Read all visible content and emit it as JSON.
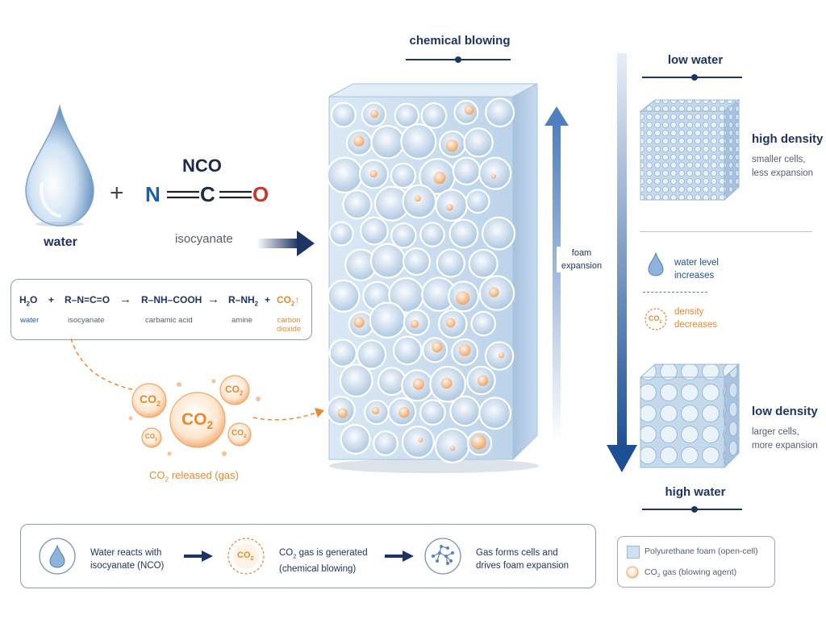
{
  "header": {
    "main_title": "chemical blowing"
  },
  "left": {
    "water_label": "water",
    "plus": "+",
    "nco_title": "NCO",
    "nco_n": "N",
    "nco_c": "C",
    "nco_o": "O",
    "isocyanate_label": "isocyanate"
  },
  "equation": {
    "h2o": "H",
    "h2o_sub": "2",
    "h2o_tail": "O",
    "plus1": "+",
    "iso": "R–N=C=O",
    "arrow1": "→",
    "carbamic": "R–NH–COOH",
    "arrow2": "→",
    "amine": "R–NH",
    "amine_sub": "2",
    "plus2": "+",
    "co2": "CO",
    "co2_sub": "2",
    "co2_up": "↑",
    "lab_water": "water",
    "lab_iso": "isocyanate",
    "lab_carbamic": "carbamic acid",
    "lab_amine": "amine",
    "lab_co2_1": "carbon",
    "lab_co2_2": "dioxide"
  },
  "co2_cluster": {
    "bubble_text": "CO",
    "bubble_sub": "2",
    "released_pre": "CO",
    "released_sub": "2",
    "released_post": " released (gas)"
  },
  "center": {
    "expansion_1": "foam",
    "expansion_2": "expansion"
  },
  "right": {
    "low_water": "low water",
    "high_density": "high density",
    "hd_desc_1": "smaller cells,",
    "hd_desc_2": "less expansion",
    "water_level_1": "water level",
    "water_level_2": "increases",
    "density_1": "density",
    "density_2": "decreases",
    "low_density": "low density",
    "ld_desc_1": "larger cells,",
    "ld_desc_2": "more expansion",
    "high_water": "high water"
  },
  "steps": [
    {
      "line1": "Water reacts with",
      "line2": "isocyanate (NCO)"
    },
    {
      "line1_pre": "CO",
      "line1_sub": "2",
      "line1_post": " gas is generated",
      "line2": "(chemical blowing)"
    },
    {
      "line1": "Gas forms cells and",
      "line2": "drives foam expansion"
    }
  ],
  "legend": {
    "foam": "Polyurethane foam (open-cell)",
    "gas_pre": "CO",
    "gas_sub": "2",
    "gas_post": " gas (blowing agent)"
  },
  "colors": {
    "navy": "#1e3563",
    "orange": "#e8892e",
    "foam": "#c7dcef",
    "blue_n": "#1f5fa8",
    "red_o": "#c0392b"
  }
}
